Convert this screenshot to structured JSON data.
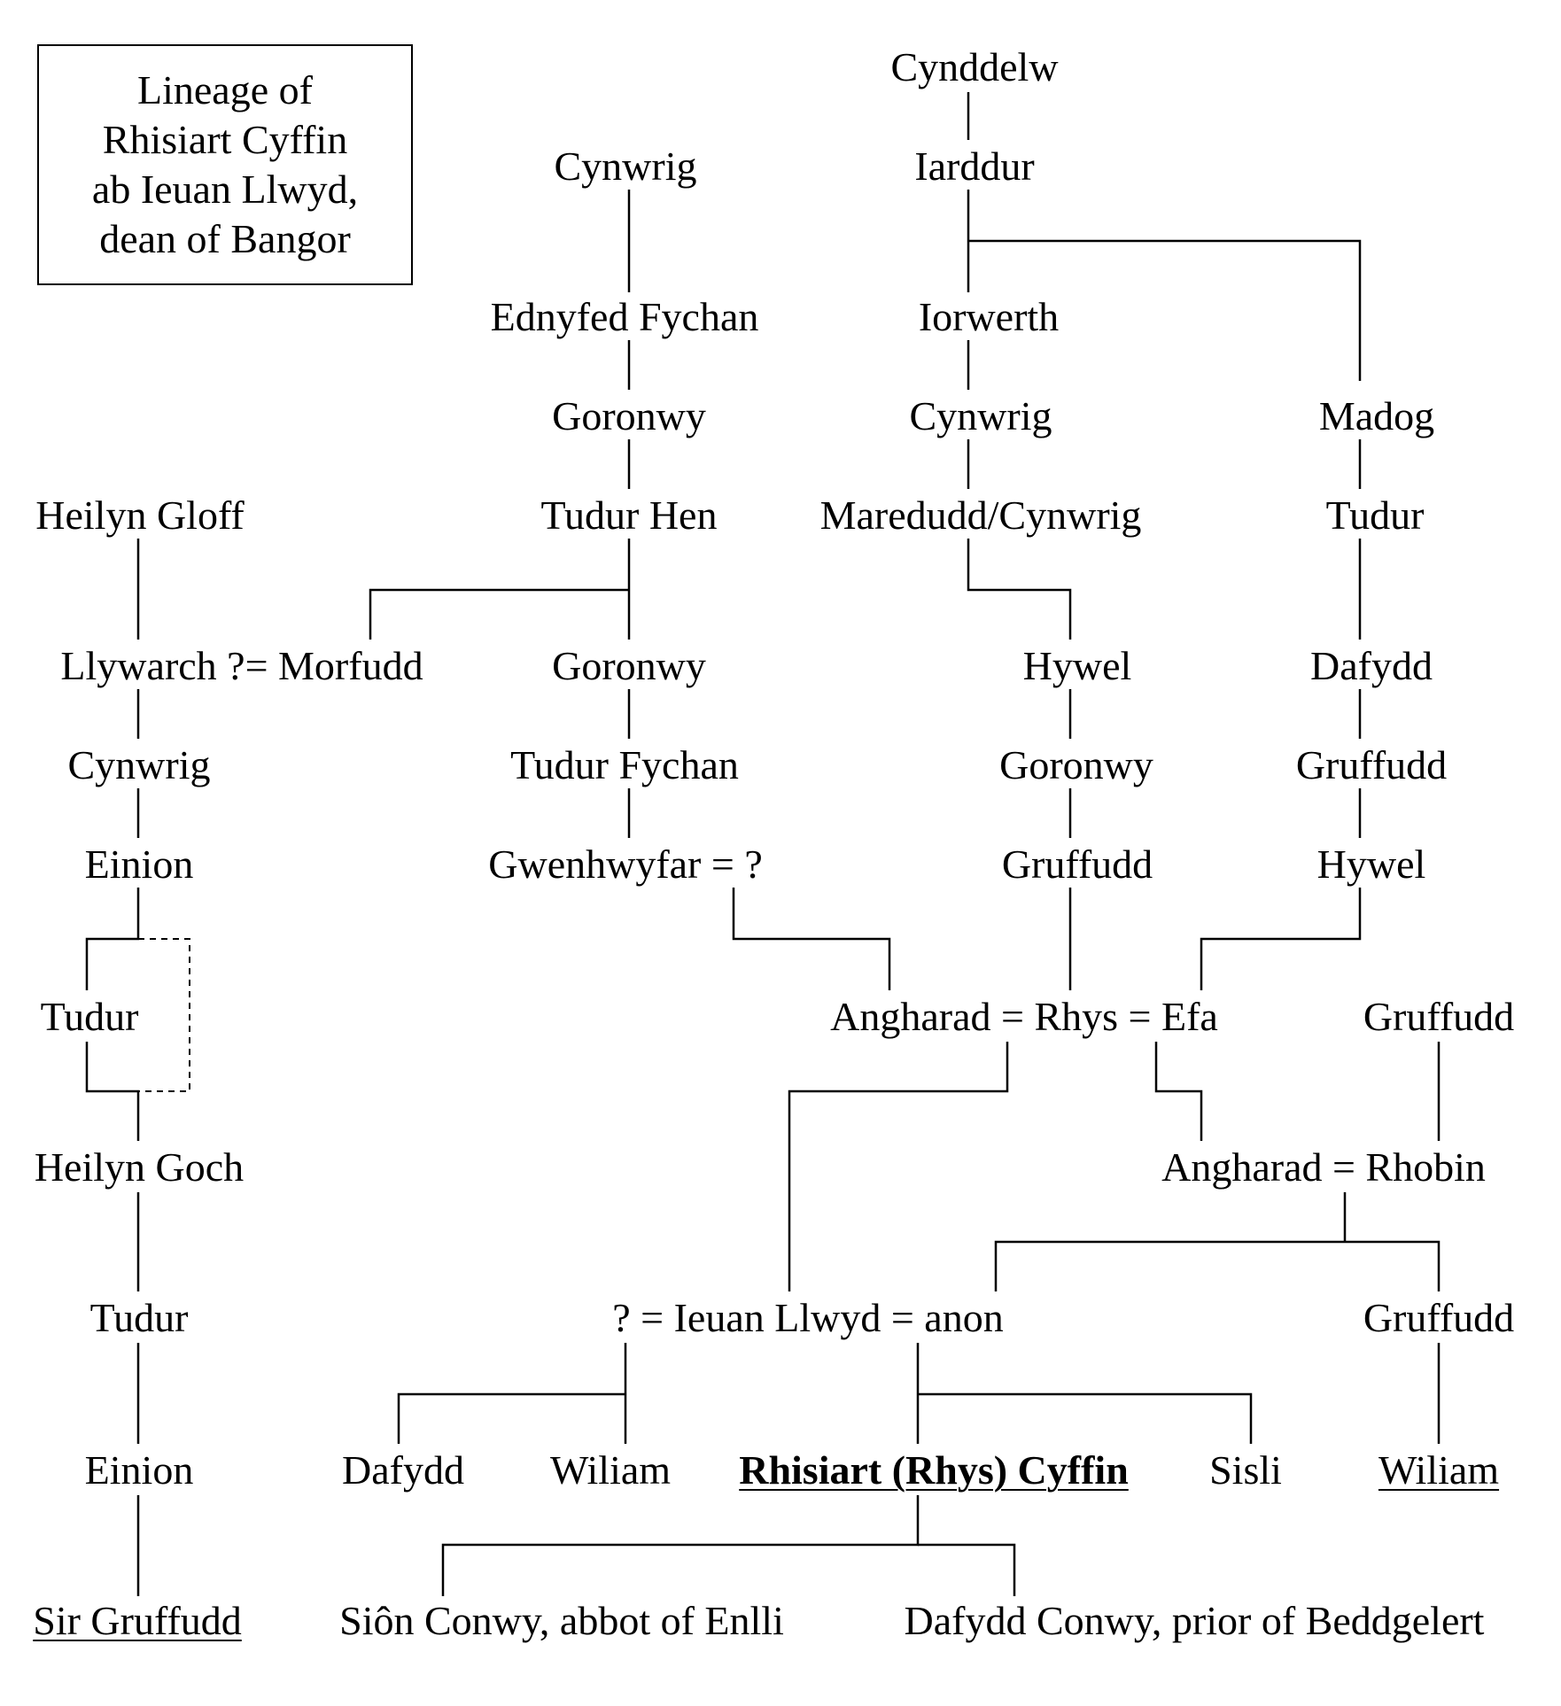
{
  "title": {
    "lines": [
      "Lineage of",
      "Rhisiart Cyffin",
      "ab Ieuan Llwyd,",
      "dean of Bangor"
    ]
  },
  "nodes": {
    "cynddelw": "Cynddelw",
    "iarddur": "Iarddur",
    "cynwrig_top": "Cynwrig",
    "ednyfed_fychan": "Ednyfed Fychan",
    "iorwerth": "Iorwerth",
    "goronwy_1": "Goronwy",
    "cynwrig_mid": "Cynwrig",
    "madog": "Madog",
    "heilyn_gloff": "Heilyn Gloff",
    "tudur_hen": "Tudur Hen",
    "maredudd_cynwrig": "Maredudd/Cynwrig",
    "tudur_right": "Tudur",
    "llywarch_morfudd": "Llywarch ?= Morfudd",
    "goronwy_2": "Goronwy",
    "hywel_1": "Hywel",
    "dafydd_right": "Dafydd",
    "cynwrig_left": "Cynwrig",
    "tudur_fychan": "Tudur Fychan",
    "goronwy_3": "Goronwy",
    "gruffudd_1": "Gruffudd",
    "einion_1": "Einion",
    "gwenhwyfar": "Gwenhwyfar = ?",
    "gruffudd_2": "Gruffudd",
    "hywel_2": "Hywel",
    "tudur_left": "Tudur",
    "angharad_rhys_efa": "Angharad = Rhys = Efa",
    "gruffudd_3": "Gruffudd",
    "heilyn_goch": "Heilyn Goch",
    "angharad_rhobin": "Angharad = Rhobin",
    "tudur_left_2": "Tudur",
    "ieuan_llwyd": "? = Ieuan Llwyd = anon",
    "gruffudd_4": "Gruffudd",
    "einion_2": "Einion",
    "dafydd_bottom": "Dafydd",
    "wiliam_1": "Wiliam",
    "rhisiart_cyffin": "Rhisiart (Rhys) Cyffin",
    "sisli": "Sisli",
    "wiliam_2": "Wiliam",
    "sir_gruffudd": "Sir Gruffudd",
    "sion_conwy": "Siôn Conwy, abbot of Enlli",
    "dafydd_conwy": "Dafydd Conwy, prior of Beddgelert"
  }
}
